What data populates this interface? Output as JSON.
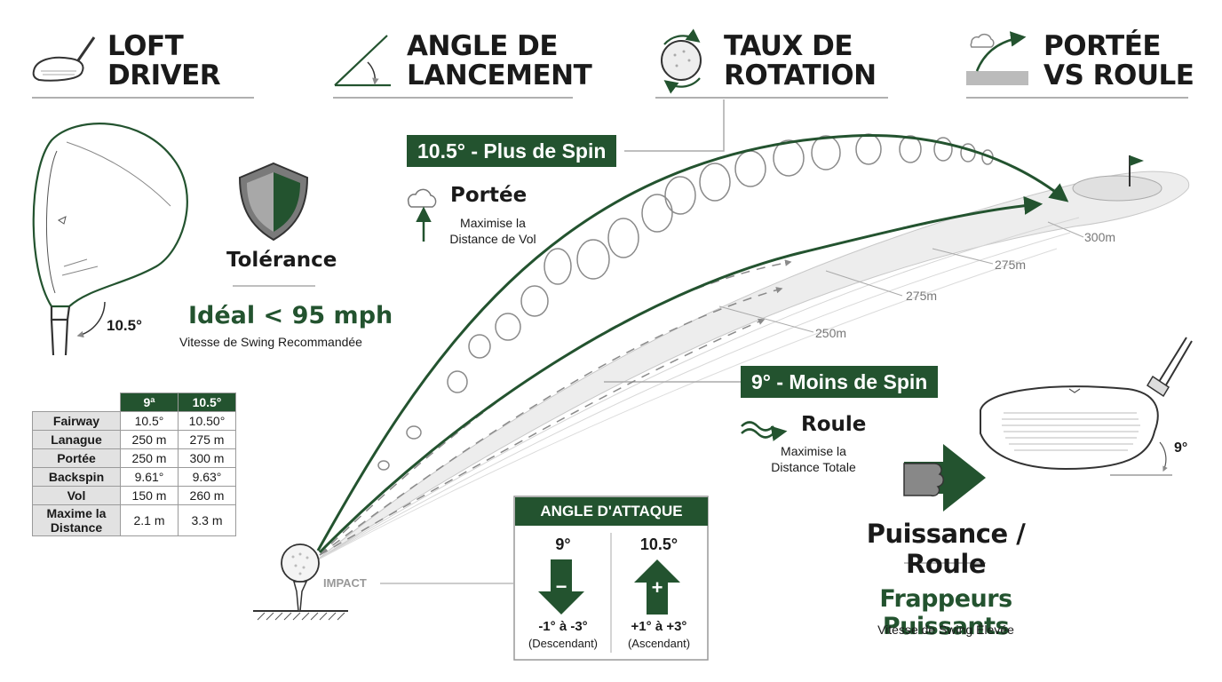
{
  "headers": {
    "loft": [
      "LOFT",
      "DRIVER"
    ],
    "launch": [
      "ANGLE DE",
      "LANCEMENT"
    ],
    "spin": [
      "TAUX DE",
      "ROTATION"
    ],
    "carry": [
      "PORTÉE",
      "VS ROULE"
    ]
  },
  "left_panel": {
    "driver_loft": "10.5°",
    "tolerance_label": "Tolérance",
    "ideal_speed": "Idéal < 95 mph",
    "speed_caption": "Vitesse de Swing Recommandée"
  },
  "high_spin": {
    "banner": "10.5° - Plus de Spin",
    "title": "Portée",
    "caption_line1": "Maximise la",
    "caption_line2": "Distance de Vol"
  },
  "low_spin": {
    "banner": "9° - Moins de Spin",
    "title": "Roule",
    "caption_line1": "Maximise la",
    "caption_line2": "Distance Totale"
  },
  "distances": [
    "300m",
    "275m",
    "275m",
    "250m"
  ],
  "impact_label": "IMPACT",
  "attack": {
    "title": "ANGLE D'ATTAQUE",
    "left_loft": "9°",
    "left_range": "-1° à -3°",
    "left_caption": "(Descendant)",
    "right_loft": "10.5°",
    "right_range": "+1° à +3°",
    "right_caption": "(Ascendant)",
    "minus_sign": "−",
    "plus_sign": "+"
  },
  "right_panel": {
    "driver_loft": "9°",
    "power_label": "Puissance / Roule",
    "hitters": "Frappeurs Puissants",
    "hitters_caption": "Vitesse de Swing Élevée"
  },
  "table": {
    "columns": [
      "9ª",
      "10.5°"
    ],
    "rows": [
      {
        "label": "Fairway",
        "v9": "10.5°",
        "v105": "10.50°"
      },
      {
        "label": "Lanague",
        "v9": "250 m",
        "v105": "275 m"
      },
      {
        "label": "Portée",
        "v9": "250 m",
        "v105": "300 m"
      },
      {
        "label": "Backspin",
        "v9": "9.61°",
        "v105": "9.63°"
      },
      {
        "label": "Vol",
        "v9": "150 m",
        "v105": "260 m"
      },
      {
        "label": "Maxime la Distance",
        "v9": "2.1 m",
        "v105": "3.3 m"
      }
    ]
  },
  "colors": {
    "brand_green": "#23532f",
    "gray_line": "#b0b0b0",
    "arrow_gray": "#8a8a8a"
  }
}
